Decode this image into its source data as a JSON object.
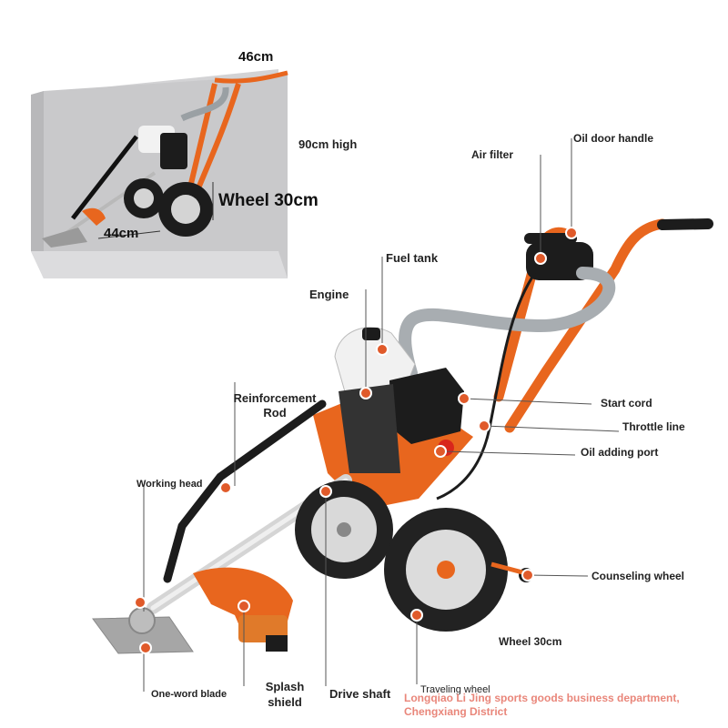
{
  "dimensions": {
    "width": "46cm",
    "height": "90cm high",
    "depth": "44cm",
    "wheel": "Wheel 30cm"
  },
  "callouts": {
    "air_filter": "Air filter",
    "oil_door_handle": "Oil door handle",
    "fuel_tank": "Fuel tank",
    "engine": "Engine",
    "reinforcement_rod_line1": "Reinforcement",
    "reinforcement_rod_line2": "Rod",
    "start_cord": "Start cord",
    "throttle_line": "Throttle line",
    "oil_adding_port": "Oil adding port",
    "working_head": "Working head",
    "counseling_wheel": "Counseling wheel",
    "wheel": "Wheel 30cm",
    "one_word_blade": "One-word blade",
    "splash_shield_line1": "Splash",
    "splash_shield_line2": "shield",
    "drive_shaft": "Drive shaft",
    "traveling_wheel": "Traveling wheel"
  },
  "watermark": {
    "line1": "Longqiao Li Jing sports goods business department,",
    "line2": "Chengxiang District"
  },
  "colors": {
    "frame_orange": "#e8661e",
    "engine_black": "#1c1c1c",
    "callout_dot": "#e05a2a",
    "box_grey": "#c9c9cb",
    "watermark": "#e9867a"
  }
}
